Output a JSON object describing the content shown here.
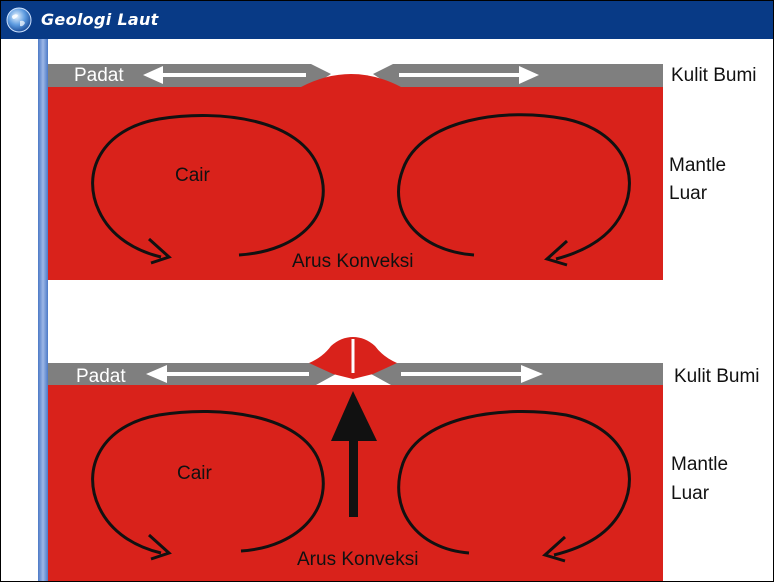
{
  "window": {
    "title": "Geologi Laut",
    "title_icon": "globe-icon"
  },
  "colors": {
    "titlebar": "#083a86",
    "mantle": "#d9221b",
    "crust": "#7f7f7f",
    "arrow_white": "#ffffff",
    "arrow_black": "#111111"
  },
  "diagram_top": {
    "solid_label": "Padat",
    "crust_label": "Kulit Bumi",
    "mantle_label_line1": "Mantle",
    "mantle_label_line2": "Luar",
    "liquid_label": "Cair",
    "convection_label": "Arus Konveksi"
  },
  "diagram_bottom": {
    "solid_label": "Padat",
    "crust_label": "Kulit Bumi",
    "mantle_label_line1": "Mantle",
    "mantle_label_line2": "Luar",
    "liquid_label": "Cair",
    "convection_label": "Arus Konveksi"
  }
}
